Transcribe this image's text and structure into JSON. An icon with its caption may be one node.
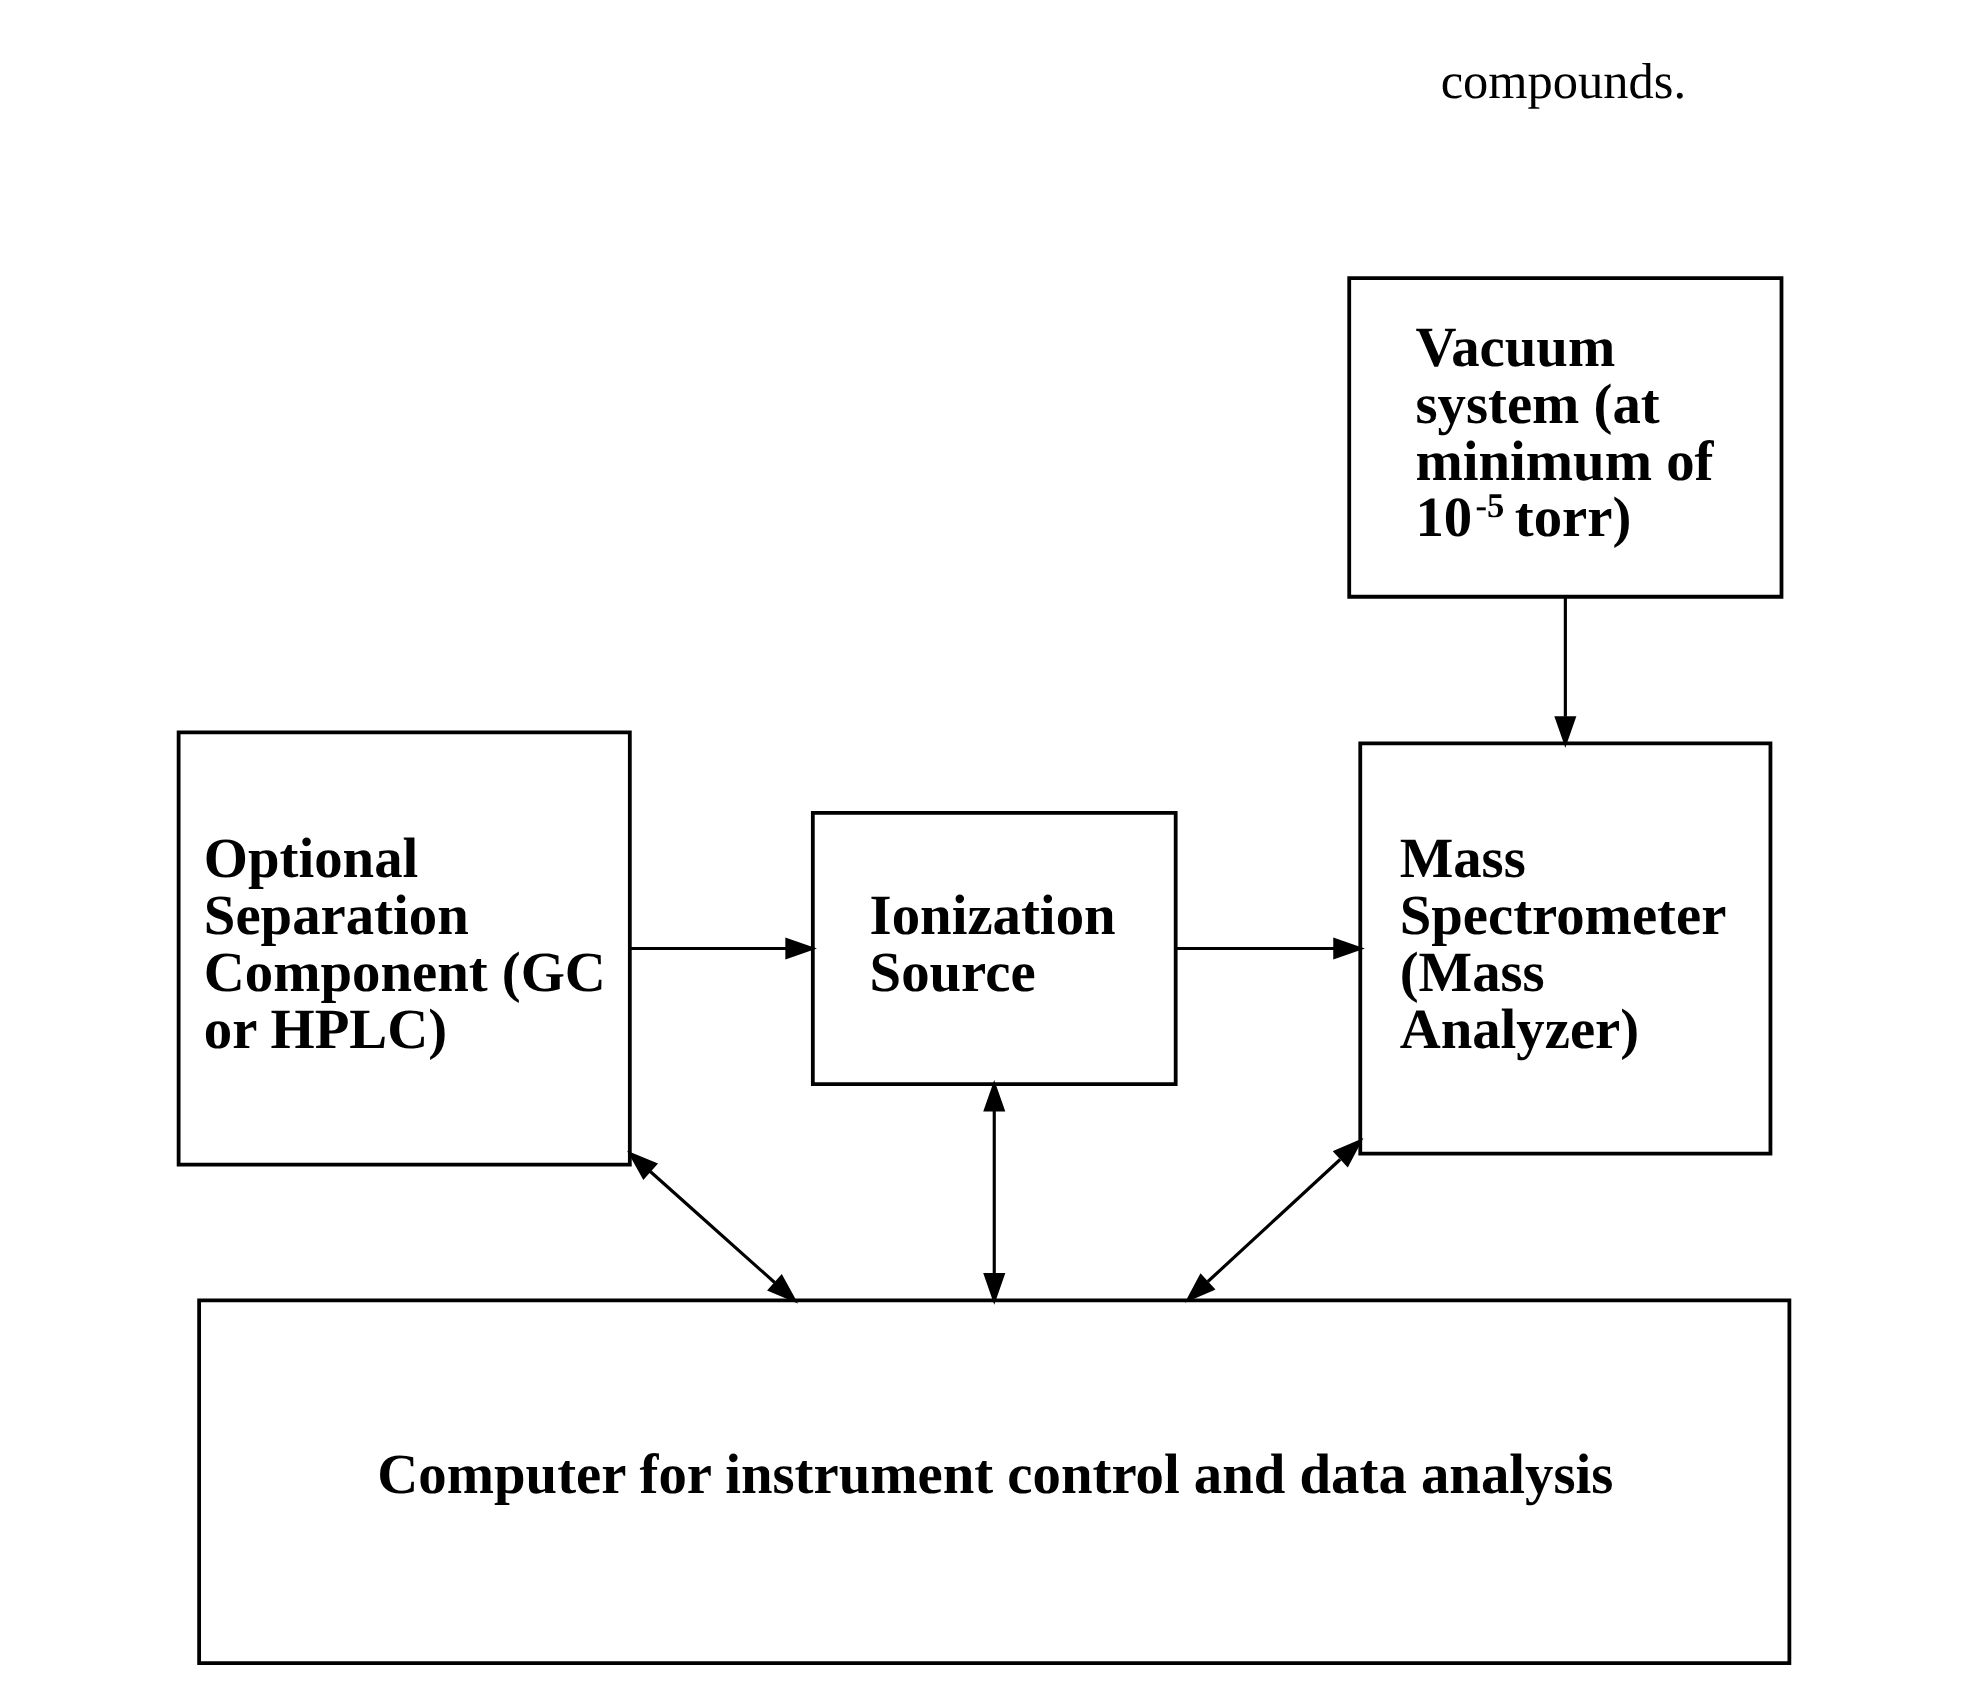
{
  "diagram": {
    "nodes": [
      {
        "text": [
          "Optional Separation Component (GC or HPLC)"
        ]
      },
      {
        "text": [
          "Ionization Source"
        ]
      },
      {
        "text": [
          "Vacuum system (at minimum of 10$^{-5}$ torr)"
        ]
      },
      {
        "text": [
          "Mass Spectrometer (Mass Analyzer)"
        ]
      },
      {
        "text": [
          "Computer for instrument control and data analysis"
        ]
      }
    ],
    "edges": [
      {
        "from": 0,
        "to": 1,
        "arrow": "to"
      },
      {
        "from": 1,
        "to": 3,
        "arrow": "to"
      },
      {
        "from": 2,
        "to": 3,
        "arrow": "to"
      },
      {
        "from": 0,
        "to": 4,
        "arrow": "both"
      },
      {
        "from": 1,
        "to": 4,
        "arrow": "both"
      },
      {
        "from": 3,
        "to": 4,
        "arrow": "both"
      }
    ],
    "labels": [
      "compounds."
    ]
  }
}
